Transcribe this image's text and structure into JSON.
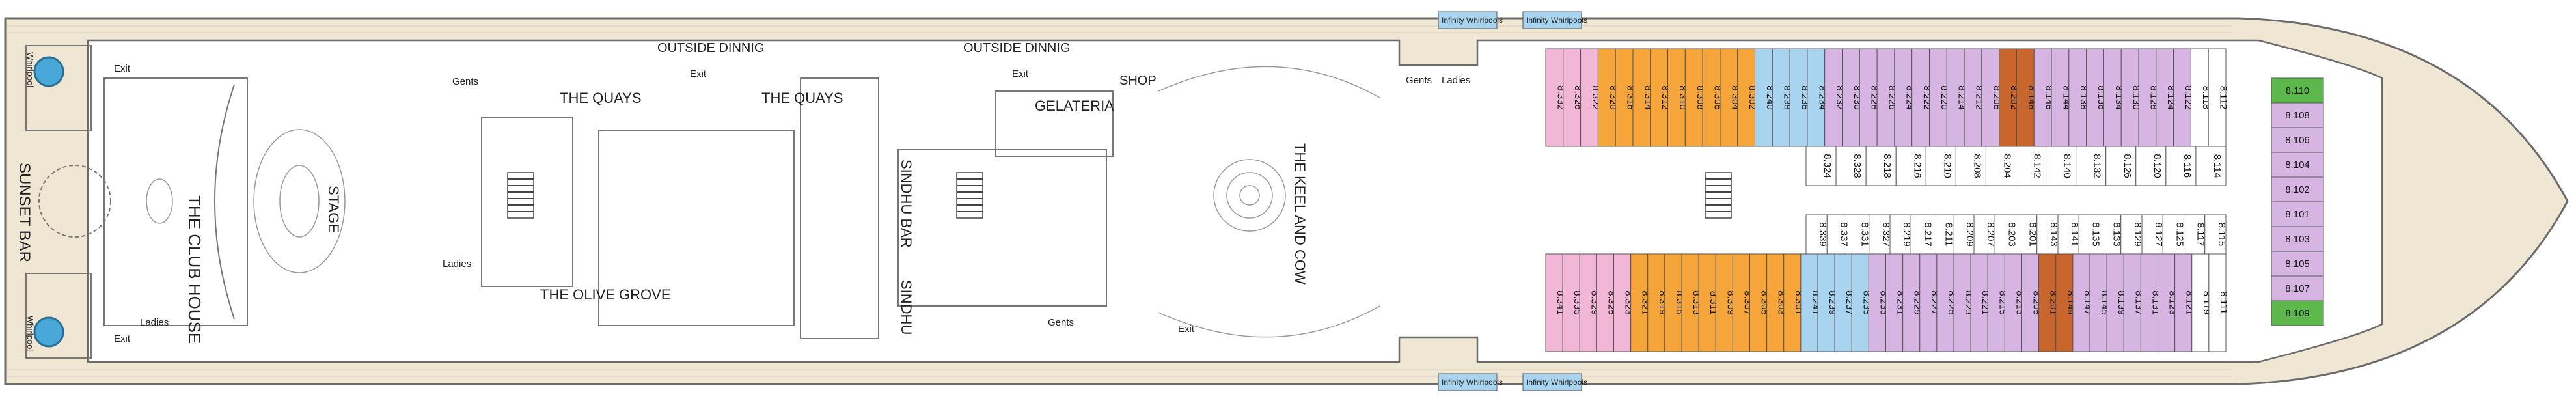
{
  "areas": {
    "outside_dining_1": "OUTSIDE DINNIG",
    "outside_dining_2": "OUTSIDE DINNIG",
    "quays_1": "THE QUAYS",
    "quays_2": "THE QUAYS",
    "olive_grove": "THE OLIVE GROVE",
    "club_house": "THE CLUB HOUSE",
    "stage": "STAGE",
    "sunset_bar": "SUNSET BAR",
    "sindhu_bar": "SINDHU BAR",
    "sindhu": "SINDHU",
    "gelateria": "GELATERIA",
    "shop": "SHOP",
    "keel_and_cow": "THE KEEL AND COW"
  },
  "facilities": {
    "exit": "Exit",
    "gents": "Gents",
    "ladies": "Ladies",
    "whirlpool": "Whirlpool",
    "infinity_whirlpools": "Infinity Whirlpools"
  },
  "colors": {
    "deck": "#efe6d3",
    "outline": "#6b6b6b",
    "interior": "#ffffff",
    "pink": "#f2b6d6",
    "orange": "#f5a53a",
    "blue": "#a9d4f0",
    "purple": "#d7b5e2",
    "white": "#ffffff",
    "green": "#5cb84a",
    "brown": "#c8662e",
    "whirlpool": "#4aa8d8"
  },
  "cabins": {
    "top_row": [
      {
        "n": "8.332",
        "c": "pink"
      },
      {
        "n": "8.326",
        "c": "pink"
      },
      {
        "n": "8.322",
        "c": "pink"
      },
      {
        "n": "8.320",
        "c": "orange"
      },
      {
        "n": "8.316",
        "c": "orange"
      },
      {
        "n": "8.314",
        "c": "orange"
      },
      {
        "n": "8.312",
        "c": "orange"
      },
      {
        "n": "8.310",
        "c": "orange"
      },
      {
        "n": "8.308",
        "c": "orange"
      },
      {
        "n": "8.306",
        "c": "orange"
      },
      {
        "n": "8.304",
        "c": "orange"
      },
      {
        "n": "8.302",
        "c": "orange"
      },
      {
        "n": "8.240",
        "c": "blue"
      },
      {
        "n": "8.238",
        "c": "blue"
      },
      {
        "n": "8.236",
        "c": "blue"
      },
      {
        "n": "8.234",
        "c": "blue"
      },
      {
        "n": "8.232",
        "c": "purple"
      },
      {
        "n": "8.230",
        "c": "purple"
      },
      {
        "n": "8.228",
        "c": "purple"
      },
      {
        "n": "8.226",
        "c": "purple"
      },
      {
        "n": "8.224",
        "c": "purple"
      },
      {
        "n": "8.222",
        "c": "purple"
      },
      {
        "n": "8.220",
        "c": "purple"
      },
      {
        "n": "8.214",
        "c": "purple"
      },
      {
        "n": "8.212",
        "c": "purple"
      },
      {
        "n": "8.206",
        "c": "purple"
      },
      {
        "n": "8.202",
        "c": "brown"
      },
      {
        "n": "8.148",
        "c": "brown"
      },
      {
        "n": "8.146",
        "c": "purple"
      },
      {
        "n": "8.144",
        "c": "purple"
      },
      {
        "n": "8.138",
        "c": "purple"
      },
      {
        "n": "8.136",
        "c": "purple"
      },
      {
        "n": "8.134",
        "c": "purple"
      },
      {
        "n": "8.130",
        "c": "purple"
      },
      {
        "n": "8.128",
        "c": "purple"
      },
      {
        "n": "8.124",
        "c": "purple"
      },
      {
        "n": "8.122",
        "c": "purple"
      },
      {
        "n": "8.118",
        "c": "white"
      },
      {
        "n": "8.112",
        "c": "white"
      }
    ],
    "top_inner": [
      {
        "n": "8.324",
        "c": "white"
      },
      {
        "n": "8.328",
        "c": "white"
      },
      {
        "n": "8.218",
        "c": "white"
      },
      {
        "n": "8.216",
        "c": "white"
      },
      {
        "n": "8.210",
        "c": "white"
      },
      {
        "n": "8.208",
        "c": "white"
      },
      {
        "n": "8.204",
        "c": "white"
      },
      {
        "n": "8.142",
        "c": "white"
      },
      {
        "n": "8.140",
        "c": "white"
      },
      {
        "n": "8.132",
        "c": "white"
      },
      {
        "n": "8.126",
        "c": "white"
      },
      {
        "n": "8.120",
        "c": "white"
      },
      {
        "n": "8.116",
        "c": "white"
      },
      {
        "n": "8.114",
        "c": "white"
      }
    ],
    "bottom_inner": [
      {
        "n": "8.339",
        "c": "white"
      },
      {
        "n": "8.337",
        "c": "white"
      },
      {
        "n": "8.331",
        "c": "white"
      },
      {
        "n": "8.327",
        "c": "white"
      },
      {
        "n": "8.219",
        "c": "white"
      },
      {
        "n": "8.217",
        "c": "white"
      },
      {
        "n": "8.211",
        "c": "white"
      },
      {
        "n": "8.209",
        "c": "white"
      },
      {
        "n": "8.207",
        "c": "white"
      },
      {
        "n": "8.203",
        "c": "white"
      },
      {
        "n": "8.201",
        "c": "white"
      },
      {
        "n": "8.143",
        "c": "white"
      },
      {
        "n": "8.141",
        "c": "white"
      },
      {
        "n": "8.135",
        "c": "white"
      },
      {
        "n": "8.133",
        "c": "white"
      },
      {
        "n": "8.129",
        "c": "white"
      },
      {
        "n": "8.127",
        "c": "white"
      },
      {
        "n": "8.125",
        "c": "white"
      },
      {
        "n": "8.117",
        "c": "white"
      },
      {
        "n": "8.115",
        "c": "white"
      }
    ],
    "bottom_row": [
      {
        "n": "8.341",
        "c": "pink"
      },
      {
        "n": "8.335",
        "c": "pink"
      },
      {
        "n": "8.329",
        "c": "pink"
      },
      {
        "n": "8.325",
        "c": "pink"
      },
      {
        "n": "8.323",
        "c": "pink"
      },
      {
        "n": "8.321",
        "c": "orange"
      },
      {
        "n": "8.319",
        "c": "orange"
      },
      {
        "n": "8.315",
        "c": "orange"
      },
      {
        "n": "8.313",
        "c": "orange"
      },
      {
        "n": "8.311",
        "c": "orange"
      },
      {
        "n": "8.309",
        "c": "orange"
      },
      {
        "n": "8.307",
        "c": "orange"
      },
      {
        "n": "8.305",
        "c": "orange"
      },
      {
        "n": "8.303",
        "c": "orange"
      },
      {
        "n": "8.301",
        "c": "orange"
      },
      {
        "n": "8.241",
        "c": "blue"
      },
      {
        "n": "8.239",
        "c": "blue"
      },
      {
        "n": "8.237",
        "c": "blue"
      },
      {
        "n": "8.235",
        "c": "blue"
      },
      {
        "n": "8.233",
        "c": "purple"
      },
      {
        "n": "8.231",
        "c": "purple"
      },
      {
        "n": "8.229",
        "c": "purple"
      },
      {
        "n": "8.227",
        "c": "purple"
      },
      {
        "n": "8.225",
        "c": "purple"
      },
      {
        "n": "8.223",
        "c": "purple"
      },
      {
        "n": "8.221",
        "c": "purple"
      },
      {
        "n": "8.215",
        "c": "purple"
      },
      {
        "n": "8.213",
        "c": "purple"
      },
      {
        "n": "8.205",
        "c": "purple"
      },
      {
        "n": "8.201",
        "c": "brown"
      },
      {
        "n": "8.149",
        "c": "brown"
      },
      {
        "n": "8.147",
        "c": "purple"
      },
      {
        "n": "8.145",
        "c": "purple"
      },
      {
        "n": "8.139",
        "c": "purple"
      },
      {
        "n": "8.137",
        "c": "purple"
      },
      {
        "n": "8.131",
        "c": "purple"
      },
      {
        "n": "8.123",
        "c": "purple"
      },
      {
        "n": "8.121",
        "c": "purple"
      },
      {
        "n": "8.119",
        "c": "white"
      },
      {
        "n": "8.111",
        "c": "white"
      }
    ],
    "bow": [
      {
        "n": "8.110",
        "c": "green"
      },
      {
        "n": "8.108",
        "c": "purple"
      },
      {
        "n": "8.106",
        "c": "purple"
      },
      {
        "n": "8.104",
        "c": "purple"
      },
      {
        "n": "8.102",
        "c": "purple"
      },
      {
        "n": "8.101",
        "c": "purple"
      },
      {
        "n": "8.103",
        "c": "purple"
      },
      {
        "n": "8.105",
        "c": "purple"
      },
      {
        "n": "8.107",
        "c": "purple"
      },
      {
        "n": "8.109",
        "c": "green"
      }
    ]
  }
}
